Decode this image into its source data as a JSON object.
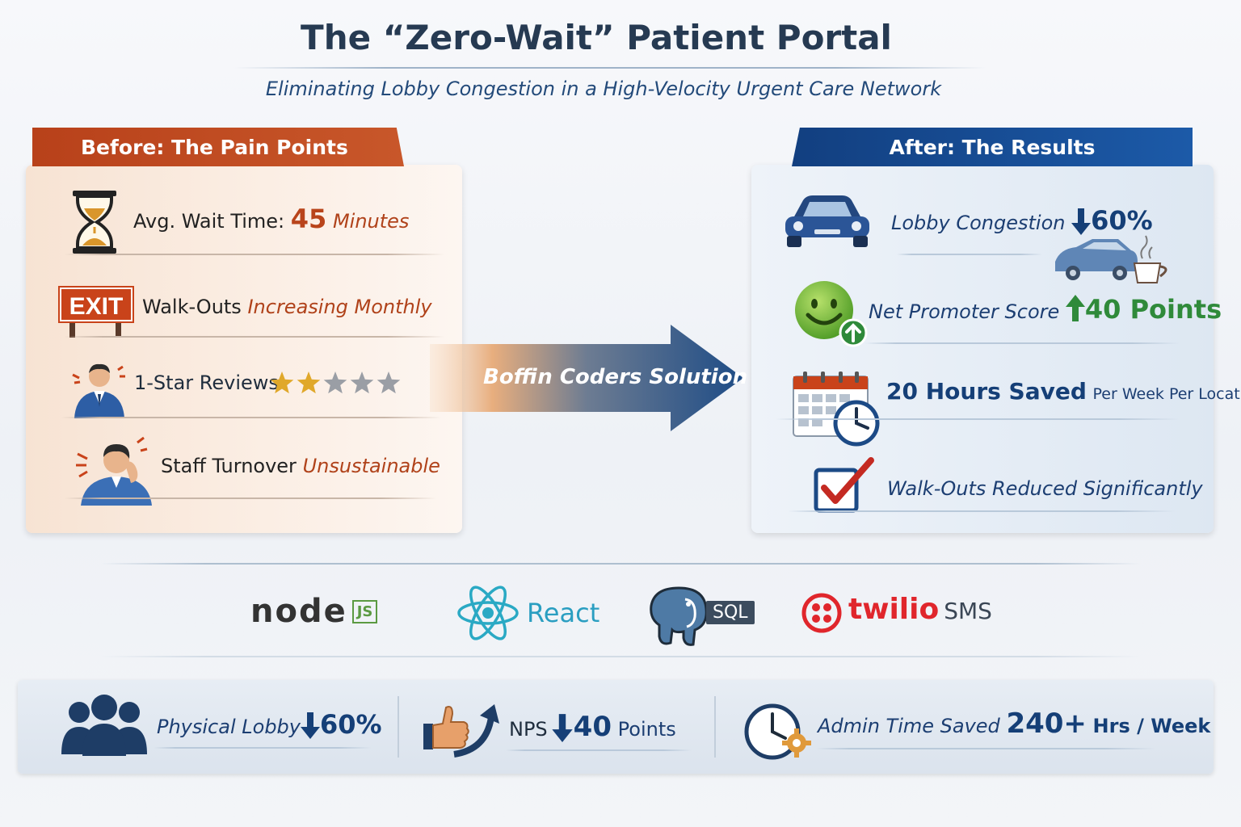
{
  "title": "The “Zero-Wait” Patient Portal",
  "subtitle": "Eliminating Lobby Congestion in a High-Velocity Urgent Care Network",
  "before": {
    "heading": "Before: The Pain Points",
    "items": [
      {
        "icon": "hourglass-icon",
        "label": "Avg. Wait Time:",
        "value": "45",
        "unit": "Minutes"
      },
      {
        "icon": "exit-sign-icon",
        "sign_text": "EXIT",
        "label": "Walk-Outs",
        "detail": "Increasing Monthly"
      },
      {
        "icon": "frustrated-person-icon",
        "label": "1-Star Reviews",
        "stars_filled": 2,
        "stars_total": 5
      },
      {
        "icon": "stressed-staff-icon",
        "label": "Staff Turnover",
        "detail": "Unsustainable"
      }
    ]
  },
  "arrow_label": "Boffin Coders Solution",
  "after": {
    "heading": "After: The Results",
    "items": [
      {
        "icon": "car-icon",
        "label": "Lobby Congestion",
        "direction": "down",
        "value": "60%"
      },
      {
        "icon": "smiley-icon",
        "label": "Net Promoter Score",
        "direction": "up",
        "value": "40 Points"
      },
      {
        "icon": "calendar-clock-icon",
        "value": "20 Hours Saved",
        "detail": "Per Week Per Location"
      },
      {
        "icon": "checkbox-icon",
        "label": "Walk-Outs Reduced Significantly"
      }
    ]
  },
  "tech_stack": {
    "node": {
      "word": "node",
      "badge": "JS"
    },
    "react": "React",
    "sql": "SQL",
    "twilio": {
      "brand": "twilio",
      "suffix": "SMS"
    }
  },
  "summary": [
    {
      "icon": "people-group-icon",
      "label": "Physical Lobby",
      "direction": "down",
      "value": "60%"
    },
    {
      "icon": "thumbs-up-icon",
      "label": "NPS",
      "direction": "down",
      "value": "40",
      "unit": "Points"
    },
    {
      "icon": "clock-gear-icon",
      "label": "Admin Time Saved",
      "value": "240+",
      "unit": "Hrs / Week"
    }
  ],
  "colors": {
    "before_accent": "#b8411a",
    "after_accent": "#153f77",
    "up_green": "#2f8a3a",
    "star_gold": "#e0a82a"
  }
}
